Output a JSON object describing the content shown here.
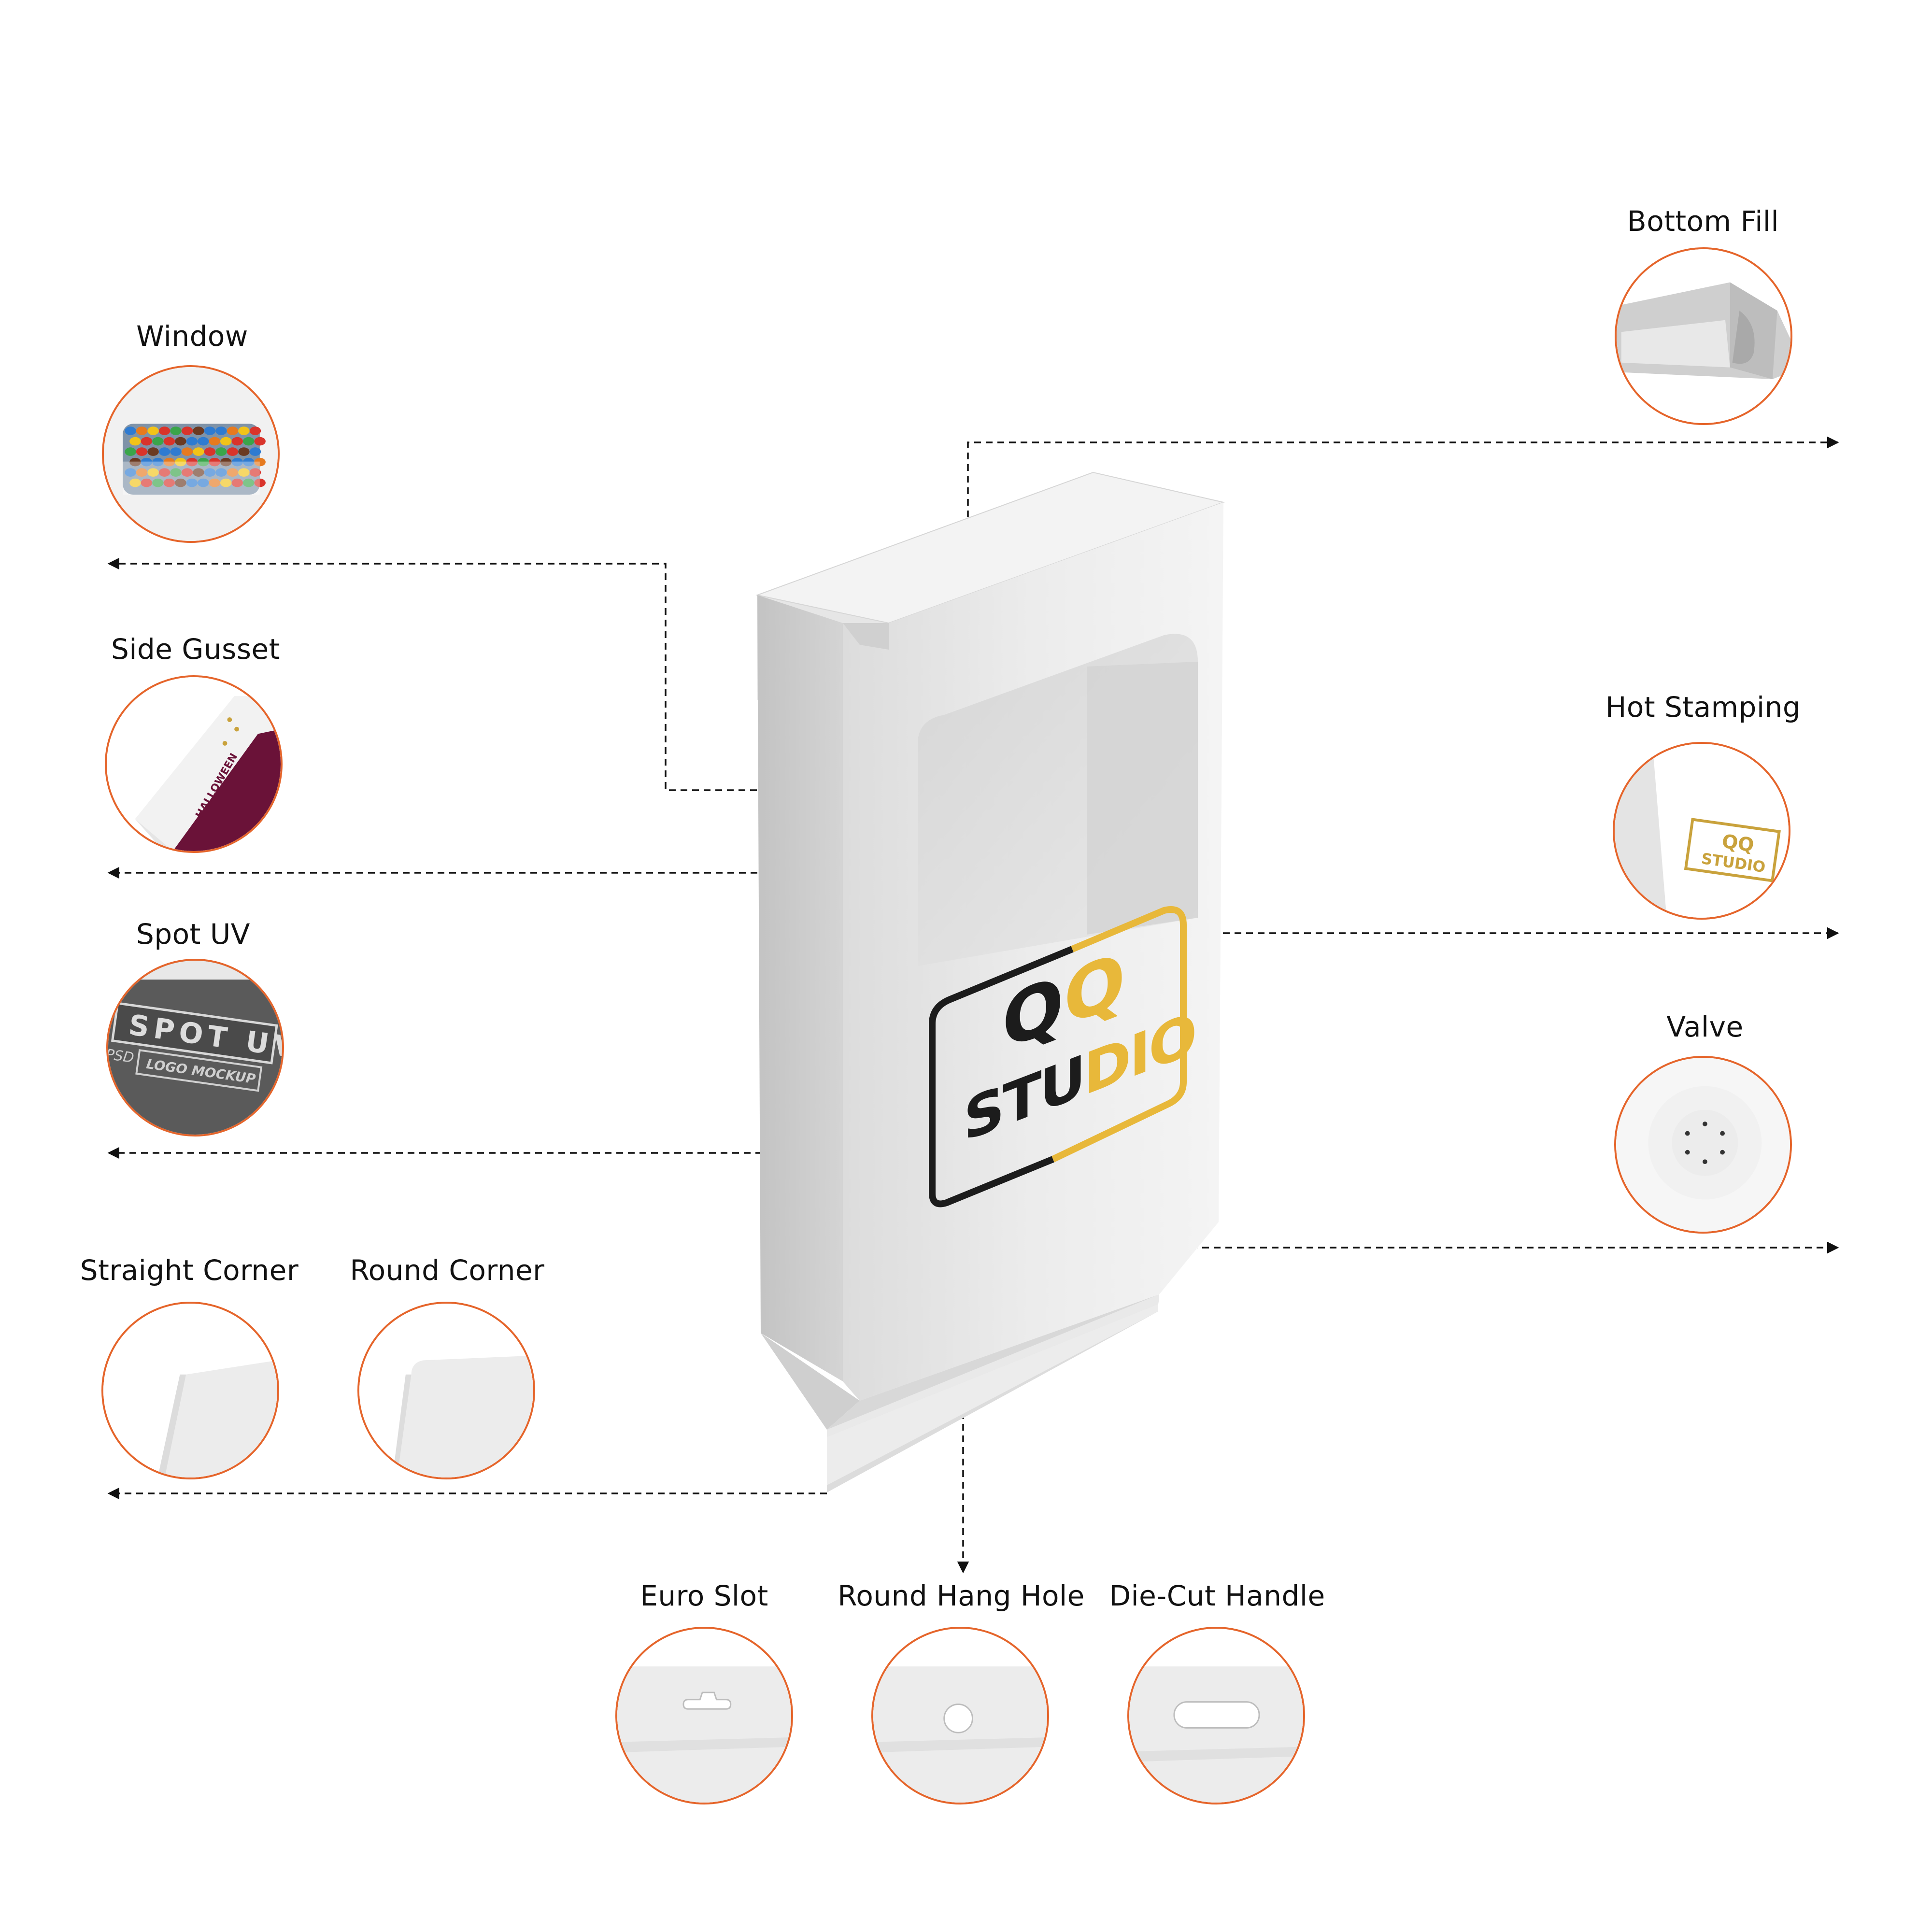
{
  "features": {
    "window": {
      "label": "Window"
    },
    "side_gusset": {
      "label": "Side Gusset",
      "thumbnail_text": "HALLOWEEN"
    },
    "spot_uv": {
      "label": "Spot UV",
      "thumbnail_text_1": "SPOT UV",
      "thumbnail_text_2": "PSD",
      "thumbnail_text_3": "LOGO MOCKUP"
    },
    "straight_corner": {
      "label": "Straight Corner"
    },
    "round_corner": {
      "label": "Round Corner"
    },
    "bottom_fill": {
      "label": "Bottom Fill"
    },
    "hot_stamping": {
      "label": "Hot Stamping",
      "thumbnail_text_1": "QQ",
      "thumbnail_text_2": "STUDIO"
    },
    "valve": {
      "label": "Valve"
    },
    "euro_slot": {
      "label": "Euro Slot"
    },
    "round_hang_hole": {
      "label": "Round Hang Hole"
    },
    "die_cut_handle": {
      "label": "Die-Cut Handle"
    }
  },
  "logo": {
    "line1_dark": "Q",
    "line1_gold": "Q",
    "line2_dark": "STU",
    "line2_gold": "DIO"
  },
  "colors": {
    "accent_circle": "#e5652b",
    "logo_gold": "#e8b83a",
    "logo_dark": "#1c1c1c",
    "hot_stamp_gold": "#c9a23c",
    "gusset_purple": "#6a1238"
  }
}
